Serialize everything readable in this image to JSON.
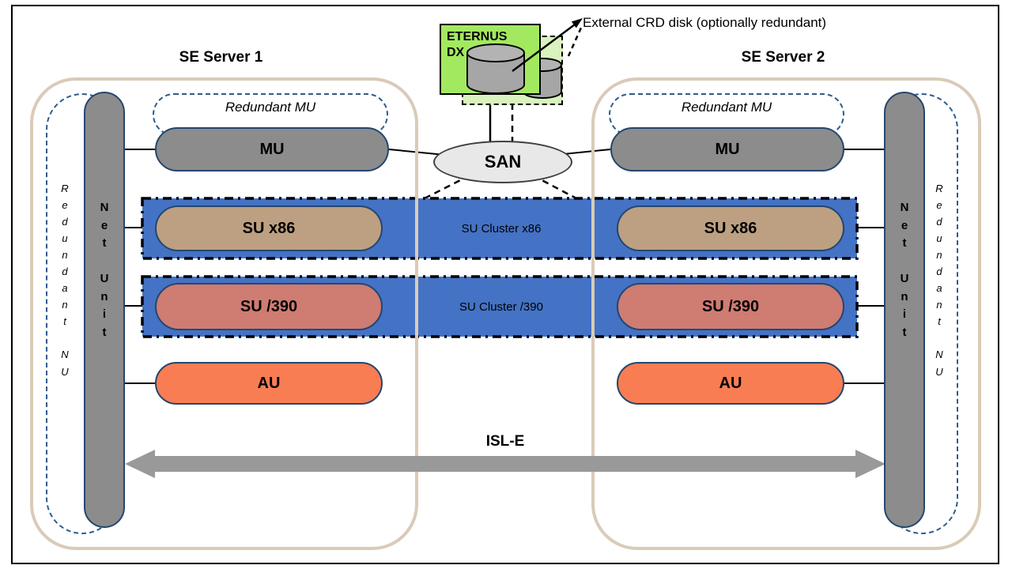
{
  "diagram": {
    "crd_note": "External CRD disk (optionally redundant)",
    "eternus_label": "ETERNUS\nDX",
    "san_label": "SAN",
    "isl_label": "ISL-E",
    "cluster_x86_label": "SU Cluster x86",
    "cluster_390_label": "SU Cluster /390",
    "servers": [
      {
        "title": "SE Server 1",
        "net_unit_label": "N\ne\nt\n\nU\nn\ni\nt",
        "redundant_nu_label": "R\ne\nd\nu\nn\nd\na\nn\nt\n\nN\nU",
        "redundant_mu_label": "Redundant MU",
        "mu_label": "MU",
        "su_x86_label": "SU x86",
        "su_390_label": "SU /390",
        "au_label": "AU"
      },
      {
        "title": "SE Server 2",
        "net_unit_label": "N\ne\nt\n\nU\nn\ni\nt",
        "redundant_nu_label": "R\ne\nd\nu\nn\nd\na\nn\nt\n\nN\nU",
        "redundant_mu_label": "Redundant MU",
        "mu_label": "MU",
        "su_x86_label": "SU x86",
        "su_390_label": "SU /390",
        "au_label": "AU"
      }
    ],
    "colors": {
      "server_border": "#D9CBB8",
      "unit_gray": "#8C8C8C",
      "pill_border": "#24466F",
      "dashed_blue": "#2E5B8F",
      "cluster_blue": "#4472C4",
      "su_x86_tan": "#BCA081",
      "su_390_salmon": "#CF7C72",
      "au_orange": "#F97D53",
      "san_fill": "#E8E8E8",
      "eternus_green": "#A3E960",
      "eternus_back_green": "#D9F2BE",
      "isl_gray": "#999999"
    }
  }
}
